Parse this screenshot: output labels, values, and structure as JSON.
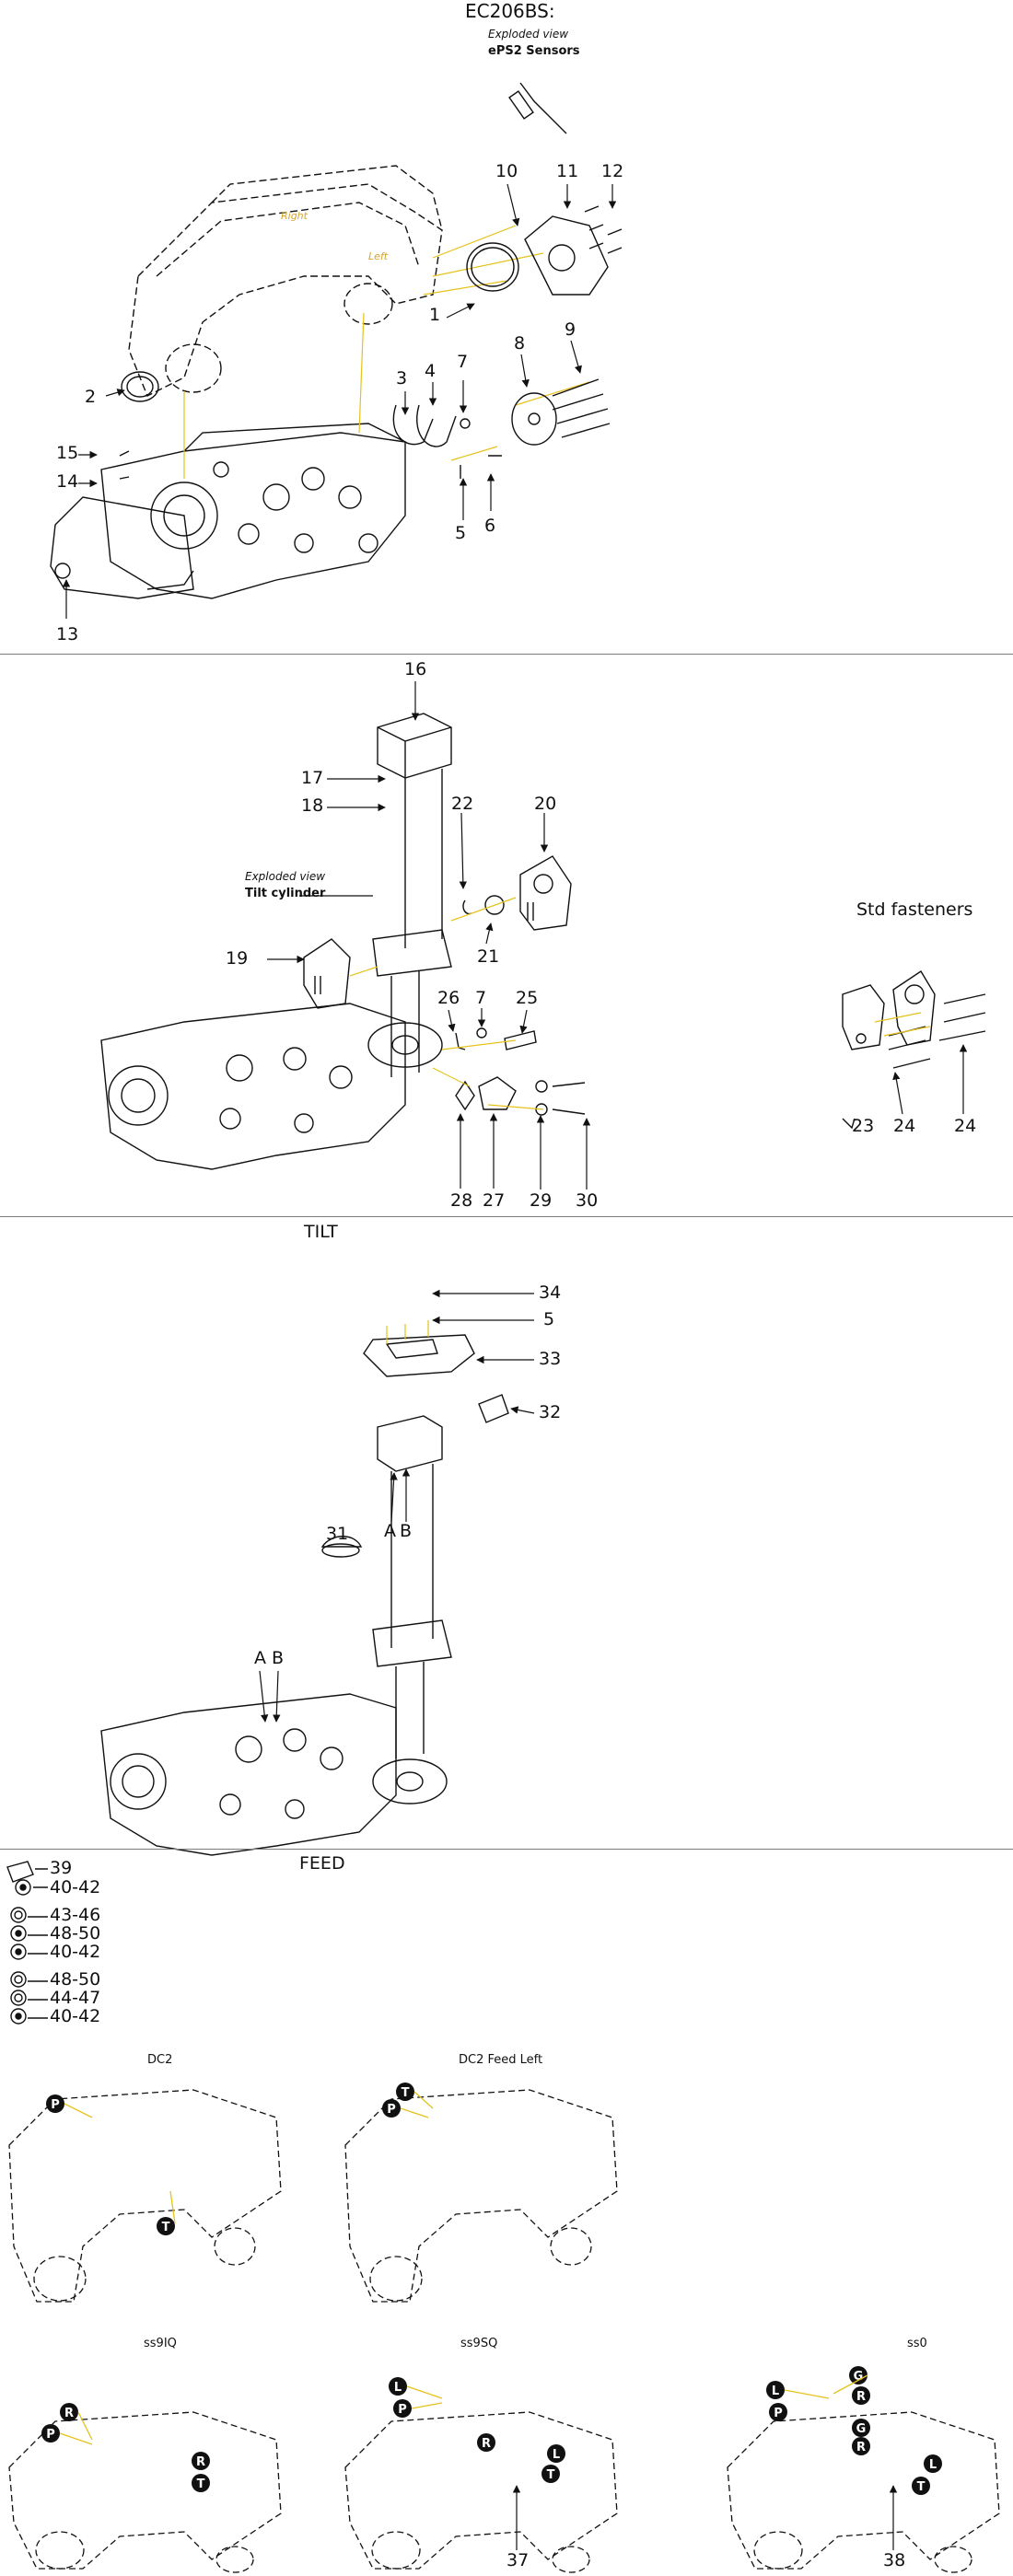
{
  "title": "EC206BS:",
  "sections": {
    "sensors": {
      "view_note": "Exploded view",
      "view_title": "ePS2 Sensors",
      "callouts": [
        "1",
        "2",
        "3",
        "4",
        "5",
        "6",
        "7",
        "8",
        "9",
        "10",
        "11",
        "12",
        "13",
        "14",
        "15"
      ],
      "frame_labels": [
        "Right",
        "Left"
      ]
    },
    "tilt_cylinder": {
      "view_note": "Exploded view",
      "view_title": "Tilt cylinder",
      "std_fasteners": "Std fasteners",
      "callouts": [
        "16",
        "17",
        "18",
        "19",
        "20",
        "21",
        "22",
        "7",
        "26",
        "25",
        "28",
        "27",
        "29",
        "30",
        "23",
        "24",
        "24"
      ]
    },
    "tilt": {
      "heading": "TILT",
      "callouts": [
        "34",
        "5",
        "33",
        "32",
        "31"
      ],
      "port_labels": [
        "A",
        "B",
        "A",
        "B"
      ]
    },
    "feed": {
      "heading": "FEED",
      "legend": [
        "39",
        "40-42",
        "43-46",
        "48-50",
        "40-42",
        "48-50",
        "44-47",
        "40-42"
      ]
    },
    "variants": {
      "labels": [
        "DC2",
        "DC2 Feed Left",
        "ss9IQ",
        "ss9SQ",
        "ss0"
      ],
      "callouts": [
        "37",
        "38"
      ],
      "port_letters": [
        "P",
        "T",
        "P",
        "T",
        "P",
        "R",
        "T",
        "R",
        "L",
        "P",
        "R",
        "L",
        "T",
        "G",
        "R",
        "L",
        "P",
        "G",
        "R",
        "L",
        "T"
      ]
    }
  },
  "colors": {
    "line": "#111111",
    "leader": "#e6c21c",
    "divider": "#7a7a7a",
    "frame_label": "#d4a52a"
  }
}
